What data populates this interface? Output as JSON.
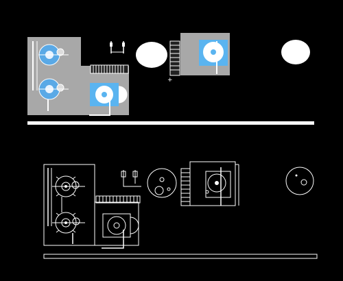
{
  "canvas": {
    "background": "#000000"
  },
  "colors": {
    "panel_fill": "#a8a8a8",
    "drum_blue": "#5aa9e6",
    "tile_blue": "#5ab4f0",
    "line": "#ffffff",
    "divider": "#ffffff"
  },
  "views": [
    {
      "id": "rendered-plan",
      "style": "filled"
    },
    {
      "id": "line-plan",
      "style": "wireframe"
    }
  ],
  "icons": [
    "cursor-plus-icon"
  ]
}
